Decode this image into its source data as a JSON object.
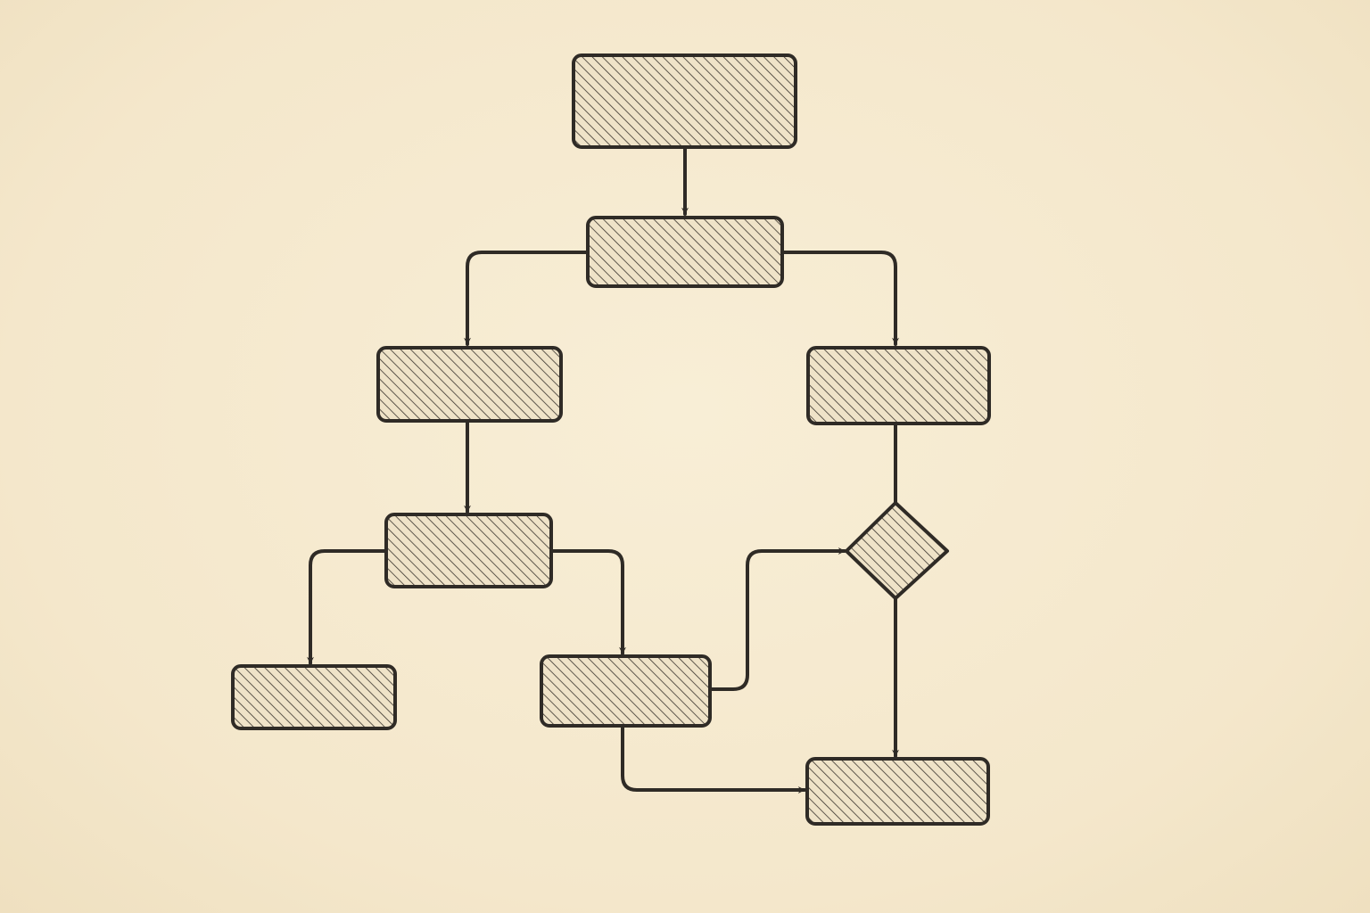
{
  "diagram": {
    "type": "flowchart",
    "style": "hand-drawn, hatched fill, sepia paper",
    "colors": {
      "paper": "#f6ebd2",
      "ink": "#2f2b26",
      "node_fill": "#efe3c8"
    },
    "nodes": [
      {
        "id": "top",
        "shape": "rounded-rect",
        "label": ""
      },
      {
        "id": "second",
        "shape": "rounded-rect",
        "label": ""
      },
      {
        "id": "left-branch",
        "shape": "rounded-rect",
        "label": ""
      },
      {
        "id": "right-branch",
        "shape": "rounded-rect",
        "label": ""
      },
      {
        "id": "left-middle",
        "shape": "rounded-rect",
        "label": ""
      },
      {
        "id": "bottom-left",
        "shape": "rounded-rect",
        "label": ""
      },
      {
        "id": "bottom-middle",
        "shape": "rounded-rect",
        "label": ""
      },
      {
        "id": "decision",
        "shape": "diamond",
        "label": ""
      },
      {
        "id": "bottom-right",
        "shape": "rounded-rect",
        "label": ""
      }
    ],
    "edges": [
      {
        "id": "top-to-second",
        "from": "top",
        "to": "second",
        "arrow": true
      },
      {
        "id": "second-to-left-branch",
        "from": "second",
        "to": "left-branch",
        "arrow": true
      },
      {
        "id": "second-to-right-branch",
        "from": "second",
        "to": "right-branch",
        "arrow": true
      },
      {
        "id": "left-branch-to-left-middle",
        "from": "left-branch",
        "to": "left-middle",
        "arrow": true
      },
      {
        "id": "left-middle-to-bottom-left",
        "from": "left-middle",
        "to": "bottom-left",
        "arrow": true
      },
      {
        "id": "left-middle-to-bottom-middle",
        "from": "left-middle",
        "to": "bottom-middle",
        "arrow": true
      },
      {
        "id": "right-branch-to-decision",
        "from": "right-branch",
        "to": "decision",
        "arrow": false
      },
      {
        "id": "bottom-middle-to-decision",
        "from": "bottom-middle",
        "to": "decision",
        "arrow": true
      },
      {
        "id": "decision-to-bottom-right",
        "from": "decision",
        "to": "bottom-right",
        "arrow": true
      },
      {
        "id": "bottom-middle-to-bottom-right",
        "from": "bottom-middle",
        "to": "bottom-right",
        "arrow": true
      }
    ]
  }
}
